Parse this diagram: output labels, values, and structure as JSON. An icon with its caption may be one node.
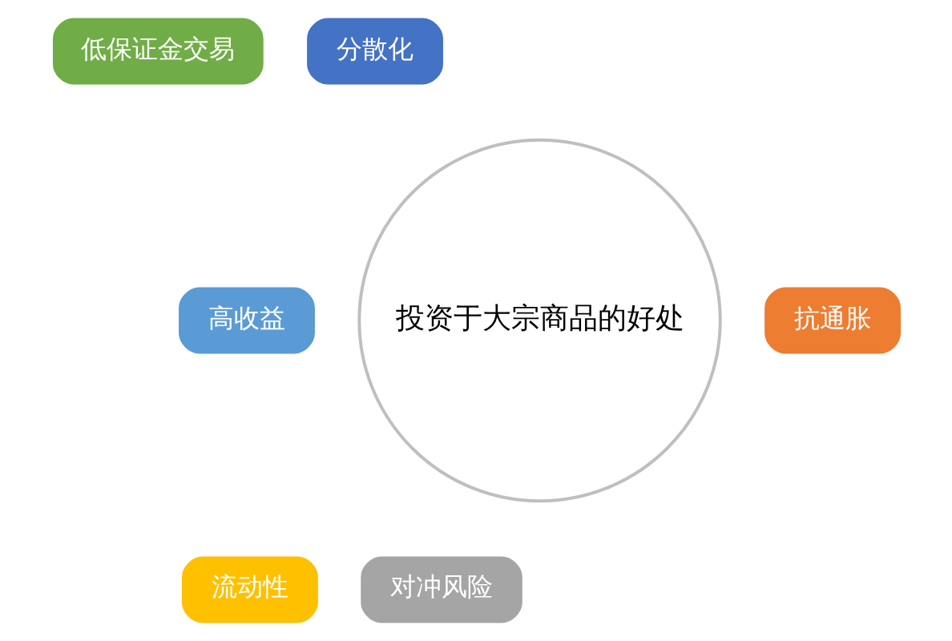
{
  "diagram": {
    "nodes": [
      {
        "text": [
          "投资于大宗商品的好处"
        ]
      },
      {
        "text": [
          "分散化"
        ]
      },
      {
        "text": [
          "抗通胀"
        ]
      },
      {
        "text": [
          "对冲风险"
        ]
      },
      {
        "text": [
          "流动性"
        ]
      },
      {
        "text": [
          "高收益"
        ]
      },
      {
        "text": [
          "低保证金交易"
        ]
      }
    ],
    "edges": []
  }
}
